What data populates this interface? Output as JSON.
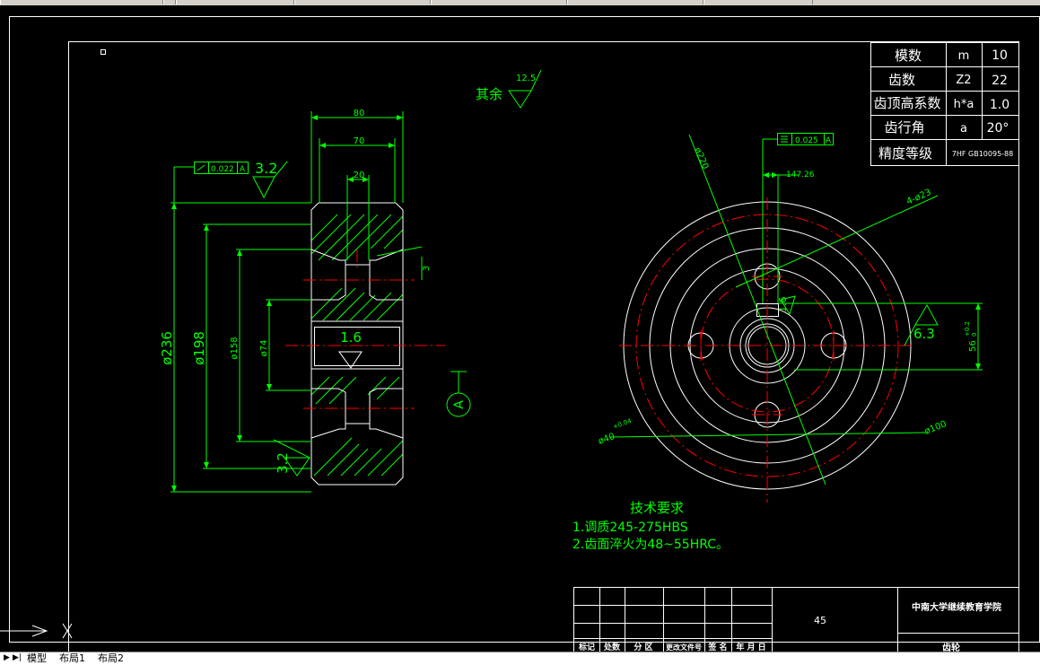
{
  "colors": {
    "outline": "#ffffff",
    "dimension": "#00ff00",
    "centerline": "#ff0000",
    "background": "#000000"
  },
  "param_table": [
    {
      "name": "模数",
      "symbol": "m",
      "value": "10"
    },
    {
      "name": "齿数",
      "symbol": "Z2",
      "value": "22"
    },
    {
      "name": "齿顶高系数",
      "symbol": "h*a",
      "value": "1.0"
    },
    {
      "name": "齿行角",
      "symbol": "a",
      "value": "20°"
    },
    {
      "name": "精度等级",
      "symbol": "7HF  GB10095-88",
      "value": ""
    }
  ],
  "roughness": {
    "other": "其余",
    "other_value": "12.5",
    "outer": "3.2",
    "bore": "1.6",
    "face": "3.2",
    "keyway": "6.3",
    "hole": "1.6"
  },
  "tolerance": {
    "runout": "0.022",
    "runout_datum": "A",
    "symmetry": "0.025",
    "symmetry_datum": "A",
    "datum_label": "A"
  },
  "dims_left": {
    "w80": "80",
    "w70": "70",
    "w20": "20",
    "d236": "ø236",
    "d198": "ø198",
    "d158": "ø158",
    "d74": "ø74",
    "c3": "3"
  },
  "dims_right": {
    "d220": "ø220",
    "k147": "147.26",
    "holes": "4-ø23",
    "d40": "ø40",
    "d40_tol": "+0.04",
    "d100": "ø100",
    "key56": "56",
    "key_tol_up": "+0.2",
    "key_tol_dn": "0"
  },
  "tech_requirements": {
    "title": "技术要求",
    "lines": [
      "1.调质245-275HBS",
      "2.齿面淬火为48~55HRC。"
    ]
  },
  "title_block": {
    "material": "45",
    "school": "中南大学继续教育学院",
    "part_name": "齿轮",
    "headers": [
      "标记",
      "处数",
      "分 区",
      "更改文件号",
      "签 名",
      "年 月 日"
    ]
  },
  "tabs": [
    "模型",
    "布局1",
    "布局2"
  ]
}
